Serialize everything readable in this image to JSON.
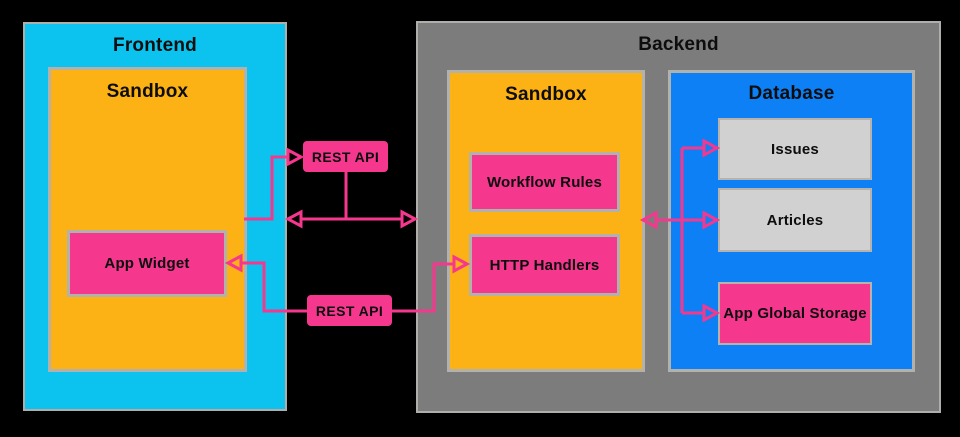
{
  "diagram": {
    "background_color": "#000000",
    "arrow_color": "#f5378e",
    "border_color": "#b3b1ac",
    "frontend": {
      "title": "Frontend",
      "fill": "#0bc3ee",
      "sandbox": {
        "title": "Sandbox",
        "fill": "#fcb114",
        "app_widget": {
          "label": "App Widget",
          "fill": "#f5378e"
        }
      }
    },
    "middleware": {
      "rest_api_top": {
        "label": "REST API",
        "fill": "#f5378e"
      },
      "rest_api_bottom": {
        "label": "REST API",
        "fill": "#f5378e"
      }
    },
    "backend": {
      "title": "Backend",
      "fill": "#7c7c7c",
      "sandbox": {
        "title": "Sandbox",
        "fill": "#fcb114",
        "workflow_rules": {
          "label": "Workflow Rules",
          "fill": "#f5378e"
        },
        "http_handlers": {
          "label": "HTTP Handlers",
          "fill": "#f5378e"
        }
      },
      "database": {
        "title": "Database",
        "fill": "#0d80f5",
        "issues": {
          "label": "Issues",
          "fill": "#d1d1d1"
        },
        "articles": {
          "label": "Articles",
          "fill": "#d1d1d1"
        },
        "app_global_storage": {
          "label": "App Global Storage",
          "fill": "#f5378e"
        }
      }
    }
  }
}
